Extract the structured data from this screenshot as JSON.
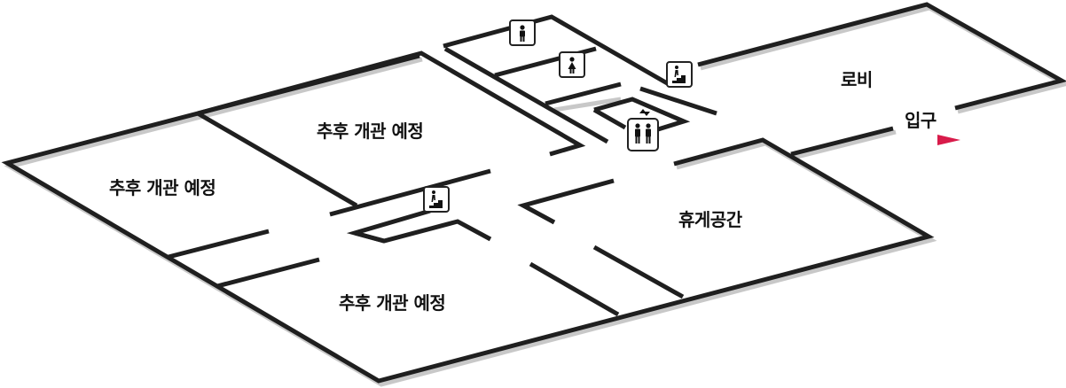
{
  "rooms": {
    "west": "추후 개관 예정",
    "north": "추후 개관 예정",
    "south": "추후 개관 예정",
    "lounge": "휴게공간",
    "lobby": "로비",
    "entrance": "입구"
  },
  "icons": {
    "restroom_male": "male-restroom-icon",
    "restroom_female": "female-restroom-icon",
    "stairs_north": "stairs-icon",
    "stairs_center": "stairs-icon",
    "elevator": "elevator-icon"
  },
  "colors": {
    "wall": "#1f1f1f",
    "wall_shadow": "#c8c8c8",
    "entrance_marker": "#d81b4a"
  }
}
